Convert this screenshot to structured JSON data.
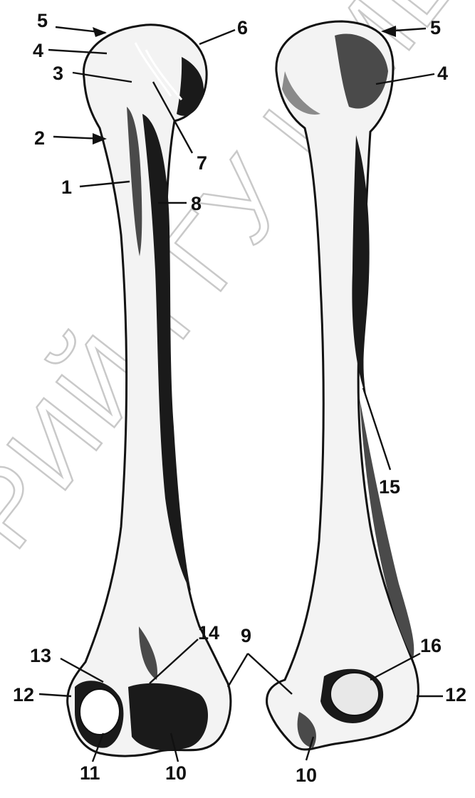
{
  "figure": {
    "callouts": [
      {
        "id": "c5a",
        "text": "5"
      },
      {
        "id": "c4a",
        "text": "4"
      },
      {
        "id": "c3",
        "text": "3"
      },
      {
        "id": "c2",
        "text": "2"
      },
      {
        "id": "c1",
        "text": "1"
      },
      {
        "id": "c6",
        "text": "6"
      },
      {
        "id": "c7",
        "text": "7"
      },
      {
        "id": "c8",
        "text": "8"
      },
      {
        "id": "c5b",
        "text": "5"
      },
      {
        "id": "c4b",
        "text": "4"
      },
      {
        "id": "c15",
        "text": "15"
      },
      {
        "id": "c9",
        "text": "9"
      },
      {
        "id": "c13",
        "text": "13"
      },
      {
        "id": "c14",
        "text": "14"
      },
      {
        "id": "c16",
        "text": "16"
      },
      {
        "id": "c12a",
        "text": "12"
      },
      {
        "id": "c12b",
        "text": "12"
      },
      {
        "id": "c11",
        "text": "11"
      },
      {
        "id": "c10a",
        "text": "10"
      },
      {
        "id": "c10b",
        "text": "10"
      }
    ],
    "watermark": "РИЙ ГГУ ИМЕНИ Ф. С"
  }
}
